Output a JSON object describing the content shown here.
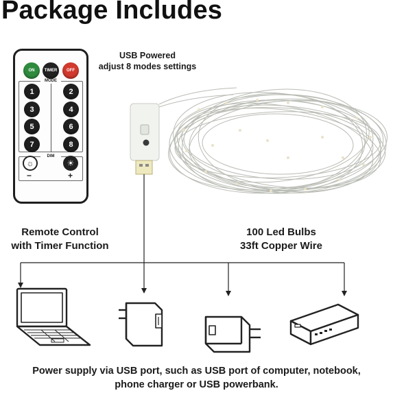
{
  "title": "Package Includes",
  "usb_caption": {
    "line1": "USB Powered",
    "line2": "adjust 8 modes settings"
  },
  "remote_caption": {
    "line1": "Remote Control",
    "line2": "with Timer Function"
  },
  "lights_caption": {
    "line1": "100 Led Bulbs",
    "line2": "33ft Copper Wire"
  },
  "remote": {
    "on_label": "ON",
    "timer_label": "TIMER",
    "off_label": "OFF",
    "mode_label": "MODE",
    "dim_label": "DIM",
    "minus_label": "−",
    "plus_label": "+",
    "buttons": [
      "1",
      "2",
      "3",
      "4",
      "5",
      "6",
      "7",
      "8"
    ]
  },
  "devices": [
    {
      "name": "laptop",
      "icon": "laptop-icon"
    },
    {
      "name": "wall-adapter",
      "icon": "wall-adapter-icon"
    },
    {
      "name": "usb-charger",
      "icon": "usb-charger-icon"
    },
    {
      "name": "powerbank",
      "icon": "powerbank-icon"
    }
  ],
  "footer": {
    "line1": "Power supply via USB port, such as USB port of computer, notebook,",
    "line2": "phone charger or USB powerbank."
  },
  "colors": {
    "on_button": "#2e8b3e",
    "off_button": "#d23a2e",
    "wire": "#b9bcb4"
  }
}
